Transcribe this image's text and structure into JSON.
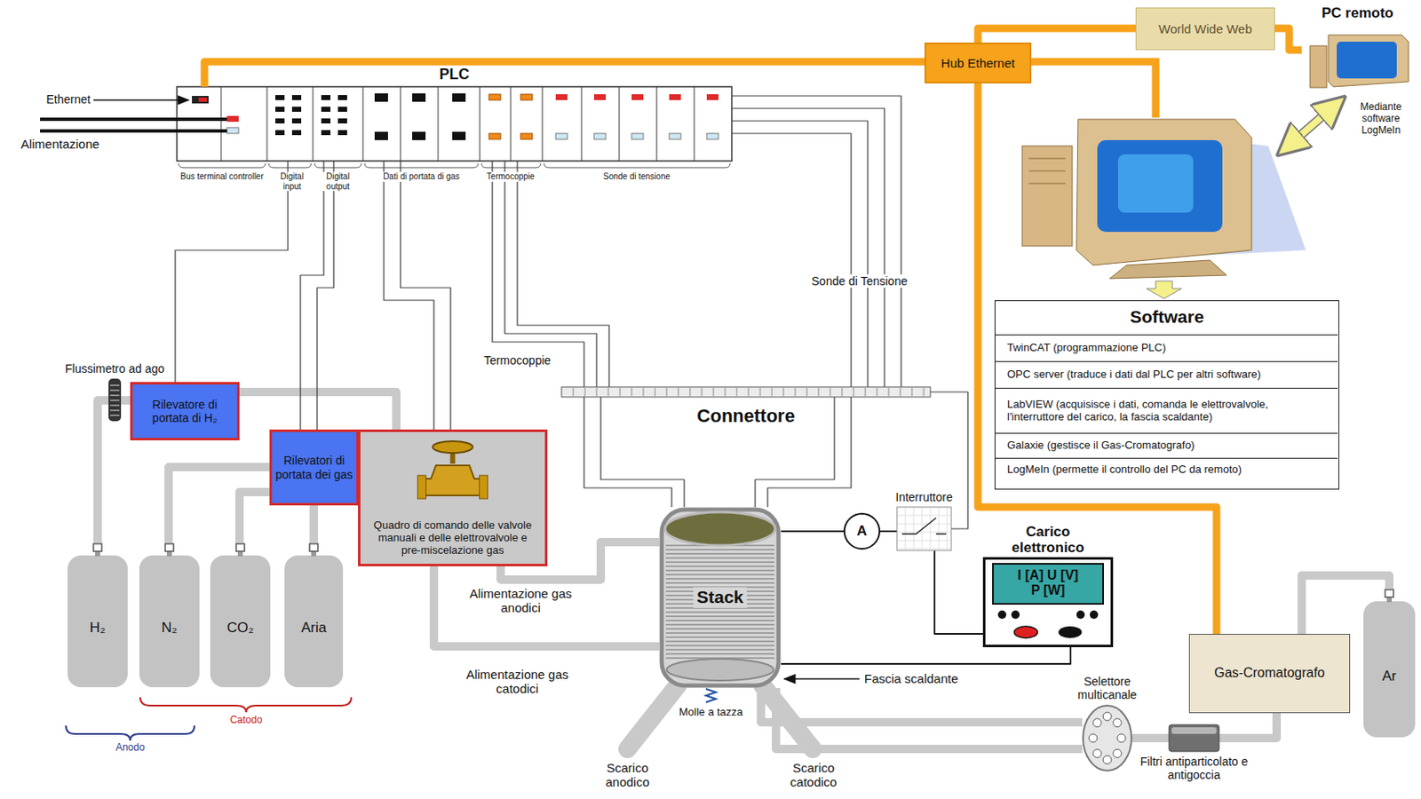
{
  "diagram": {
    "nodes": [
      {
        "text": [
          "PLC"
        ]
      },
      {
        "text": [
          "Hub Ethernet"
        ]
      },
      {
        "text": [
          "World Wide Web"
        ]
      },
      {
        "text": [
          "PC remoto"
        ]
      },
      {
        "text": [
          "Software"
        ]
      },
      {
        "text": [
          "TwinCAT (programmazione PLC)"
        ],
        "in": 4
      },
      {
        "text": [
          "OPC server (traduce i dati dal PLC per altri software)"
        ],
        "in": 4
      },
      {
        "text": [
          "LabVIEW (acquisisce i dati, comanda le elettrovalvole, l'interruttore del carico, la fascia scaldante)"
        ],
        "in": 4
      },
      {
        "text": [
          "Galaxie (gestisce il Gas-Cromatografo)"
        ],
        "in": 4
      },
      {
        "text": [
          "LogMeIn (permette il controllo del PC da remoto)"
        ],
        "in": 4
      },
      {
        "text": [
          "Flussimetro ad ago"
        ]
      },
      {
        "text": [
          "Rilevatore di portata di H₂"
        ]
      },
      {
        "text": [
          "Rilevatori di portata dei gas"
        ]
      },
      {
        "text": [
          "Quadro di comando delle valvole manuali e delle elettrovalvole e pre-miscelazione gas"
        ]
      },
      {
        "text": [
          "Connettore"
        ]
      },
      {
        "text": [
          "Interruttore"
        ]
      },
      {
        "text": [
          "A"
        ]
      },
      {
        "text": [
          "Carico elettronico",
          "I [A] U [V] P [W]"
        ]
      },
      {
        "text": [
          "H₂"
        ]
      },
      {
        "text": [
          "N₂"
        ]
      },
      {
        "text": [
          "CO₂"
        ]
      },
      {
        "text": [
          "Aria"
        ]
      },
      {
        "text": [
          "Stack"
        ]
      },
      {
        "text": [
          "Selettore multicanale"
        ]
      },
      {
        "text": [
          "Filtri antiparticolato e antigoccia"
        ]
      },
      {
        "text": [
          "Gas-Cromatografo"
        ]
      },
      {
        "text": [
          "Ar"
        ]
      }
    ],
    "edges": [
      {
        "from": 0,
        "to": 1,
        "arrow": "none"
      },
      {
        "from": 1,
        "to": 2,
        "arrow": "none"
      },
      {
        "from": 2,
        "to": 3,
        "arrow": "none"
      },
      {
        "from": 1,
        "to": 25,
        "arrow": "none"
      },
      {
        "from": 18,
        "to": 10,
        "arrow": "none"
      },
      {
        "from": 10,
        "to": 11,
        "arrow": "none"
      },
      {
        "from": 11,
        "to": 13,
        "arrow": "none"
      },
      {
        "from": 19,
        "to": 12,
        "arrow": "none"
      },
      {
        "from": 20,
        "to": 12,
        "arrow": "none"
      },
      {
        "from": 21,
        "to": 12,
        "arrow": "none"
      },
      {
        "from": 13,
        "to": 22,
        "arrow": "none"
      },
      {
        "from": 13,
        "to": 22,
        "arrow": "none"
      },
      {
        "from": 22,
        "to": 23,
        "arrow": "none"
      },
      {
        "from": 22,
        "to": 23,
        "arrow": "none"
      },
      {
        "from": 23,
        "to": 24,
        "arrow": "none"
      },
      {
        "from": 24,
        "to": 25,
        "arrow": "none"
      },
      {
        "from": 26,
        "to": 25,
        "arrow": "none"
      },
      {
        "from": 0,
        "to": 11,
        "arrow": "none"
      },
      {
        "from": 0,
        "to": 12,
        "arrow": "none"
      },
      {
        "from": 0,
        "to": 12,
        "arrow": "none"
      },
      {
        "from": 0,
        "to": 13,
        "arrow": "none"
      },
      {
        "from": 0,
        "to": 13,
        "arrow": "none"
      },
      {
        "from": 0,
        "to": 14,
        "arrow": "none"
      },
      {
        "from": 0,
        "to": 14,
        "arrow": "none"
      },
      {
        "from": 0,
        "to": 14,
        "arrow": "none"
      },
      {
        "from": 0,
        "to": 14,
        "arrow": "none"
      },
      {
        "from": 0,
        "to": 14,
        "arrow": "none"
      },
      {
        "from": 0,
        "to": 14,
        "arrow": "none"
      },
      {
        "from": 0,
        "to": 14,
        "arrow": "none"
      },
      {
        "from": 14,
        "to": 22,
        "arrow": "none"
      },
      {
        "from": 14,
        "to": 22,
        "arrow": "none"
      },
      {
        "from": 14,
        "to": 22,
        "arrow": "none"
      },
      {
        "from": 14,
        "to": 22,
        "arrow": "none"
      },
      {
        "from": 14,
        "to": 15,
        "arrow": "none"
      },
      {
        "from": 22,
        "to": 16,
        "arrow": "none"
      },
      {
        "from": 16,
        "to": 15,
        "arrow": "none"
      },
      {
        "from": 15,
        "to": 17,
        "arrow": "none"
      },
      {
        "from": 17,
        "to": 22,
        "arrow": "none"
      }
    ],
    "labels": [
      "Ethernet",
      "Alimentazione",
      "Bus terminal controller",
      "Digital input",
      "Digital output",
      "Dati di portata di gas",
      "Termocoppie",
      "Sonde di tensione",
      "Sonde di Tensione",
      "Termocoppie",
      "Mediante software LogMeIn",
      "Alimentazione gas anodici",
      "Alimentazione gas catodici",
      "Fascia scaldante",
      "Molle a tazza",
      "Scarico anodico",
      "Scarico catodico",
      "Anodo",
      "Catodo"
    ]
  }
}
